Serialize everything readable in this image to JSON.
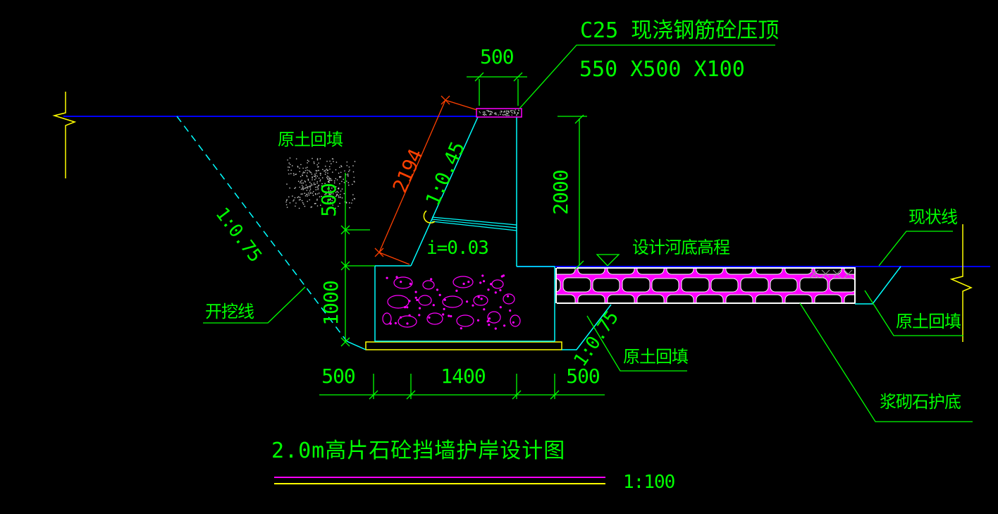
{
  "drawing": {
    "title": "2.0m高片石砼挡墙护岸设计图",
    "scale": "1:100"
  },
  "labels": {
    "cap_note_line1": "C25 现浇钢筋砼压顶",
    "cap_note_size": "550 X500 X100",
    "backfill_top": "原土回填",
    "backfill_under_apron": "原土回填",
    "backfill_right": "原土回填",
    "excavation_line": "开挖线",
    "existing_ground_line": "现状线",
    "design_river_bottom": "设计河底高程",
    "masonry_apron": "浆砌石护底",
    "drain_slope": "i=0.03",
    "wall_back_slope": "1:0.45",
    "excavation_slope_left": "1:0.75",
    "excavation_slope_right": "1:0.75"
  },
  "dims": {
    "cap_top_width": "500",
    "wall_slope_length": "2194",
    "drain_height": "500",
    "wall_height": "2000",
    "footing_height": "1000",
    "bottom": [
      "500",
      "1400",
      "500"
    ]
  },
  "colors": {
    "line_green": "#00ff00",
    "line_cyan": "#00ffff",
    "line_blue": "#0000ff",
    "line_magenta": "#ff00ff",
    "line_yellow": "#ffff00",
    "dim_red": "#ff4000",
    "stipple_gray": "#c8c8c8",
    "stone_white": "#ffffff",
    "background": "#000000"
  }
}
